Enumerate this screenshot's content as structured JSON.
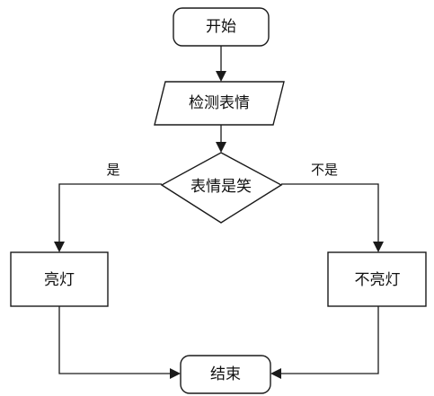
{
  "nodes": {
    "start": "开始",
    "detect": "检测表情",
    "decision": "表情是笑",
    "light_on": "亮灯",
    "light_off": "不亮灯",
    "end": "结束"
  },
  "edges": {
    "yes": "是",
    "no": "不是"
  }
}
